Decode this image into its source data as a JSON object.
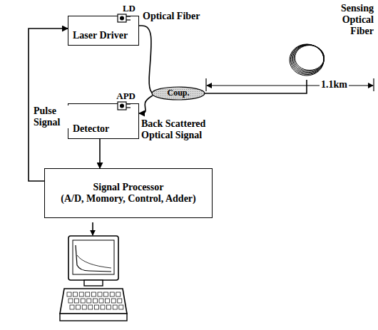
{
  "diagram": {
    "nodes": [
      {
        "text": [
          "LD",
          "Laser Driver"
        ]
      },
      {
        "text": [
          "APD",
          "Detector"
        ]
      },
      {
        "text": [
          "Signal Processor",
          "(A/D, Momory, Control, Adder)"
        ]
      },
      {
        "text": [
          "Coup."
        ]
      },
      {
        "text": [
          "Sensing Optical Fiber"
        ]
      }
    ],
    "edges": [
      {
        "from": 0,
        "to": 3,
        "arrow": "none",
        "label": "Optical Fiber"
      },
      {
        "from": 3,
        "to": 1,
        "arrow": "to",
        "label": "Back Scattered Optical Signal"
      },
      {
        "from": 2,
        "to": 0,
        "arrow": "to",
        "label": "Pulse Signal"
      },
      {
        "from": 1,
        "to": 2,
        "arrow": "to"
      },
      {
        "from": 3,
        "to": 4,
        "arrow": "none"
      }
    ],
    "labels": [
      "1.1km"
    ]
  }
}
